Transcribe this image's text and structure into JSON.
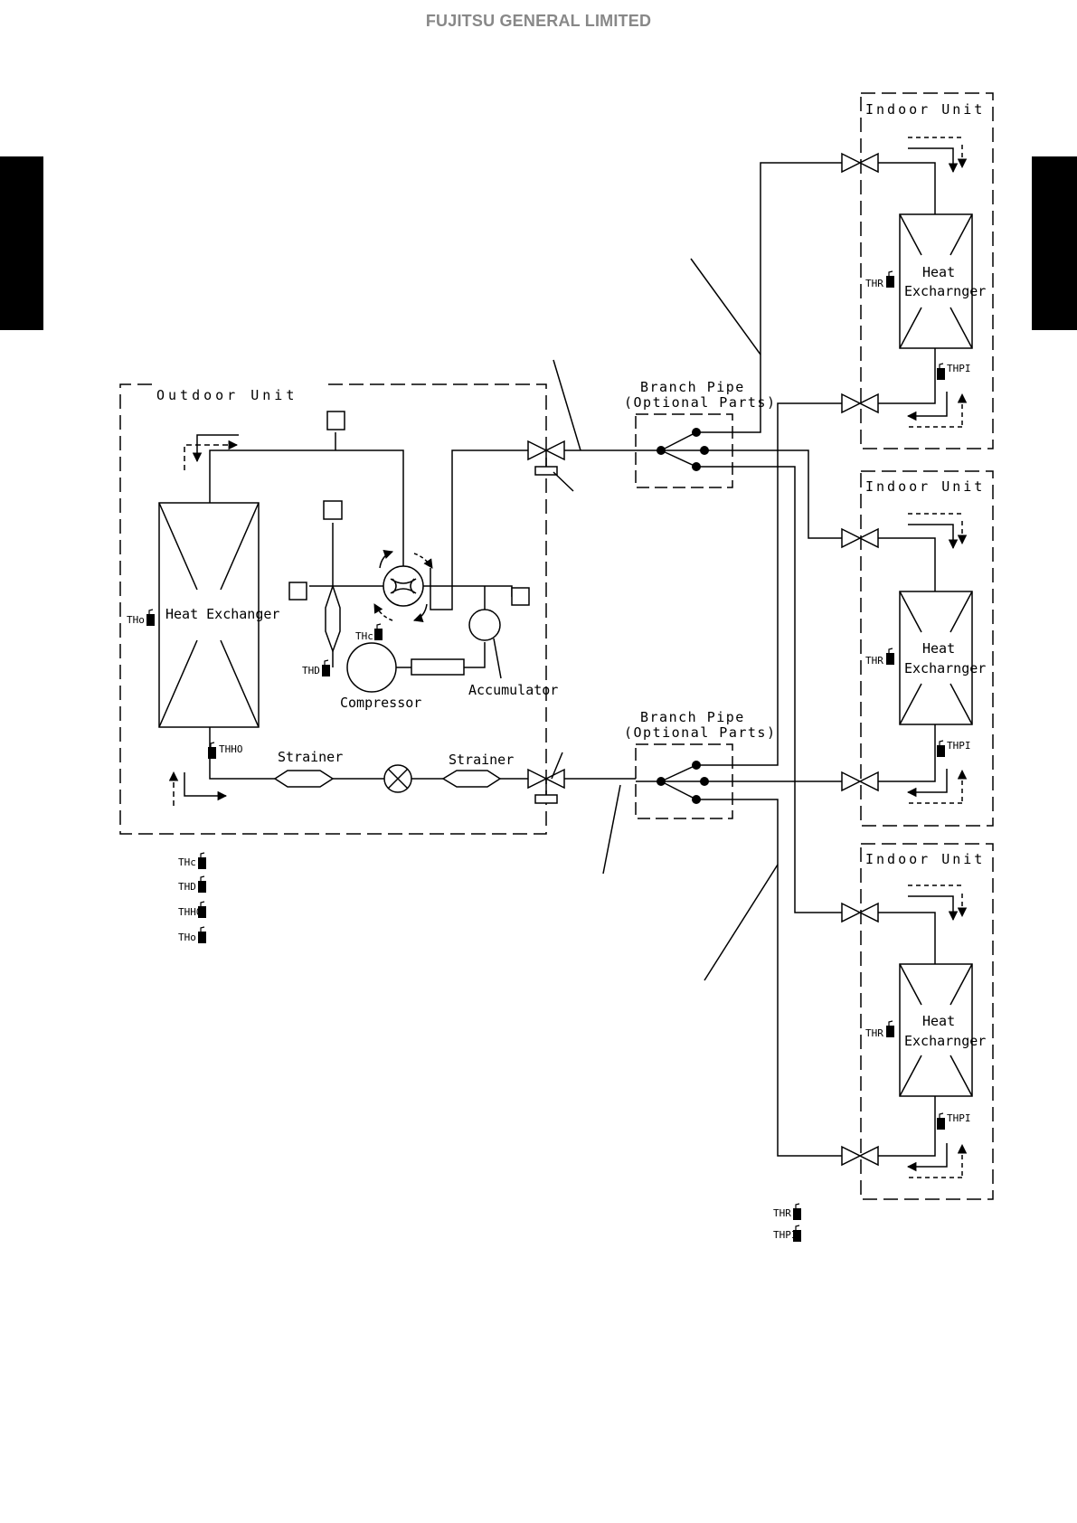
{
  "header": {
    "company": "FUJITSU GENERAL LIMITED"
  },
  "outdoor_unit": {
    "title": "Outdoor Unit",
    "heat_exchanger_label": "Heat Exchanger",
    "compressor_label": "Compressor",
    "accumulator_label": "Accumulator",
    "strainer_left_label": "Strainer",
    "strainer_right_label": "Strainer",
    "sensor_tho": "THo",
    "sensor_thc": "THc",
    "sensor_thd": "THD",
    "sensor_thho": "THHO"
  },
  "branch_pipes": [
    {
      "title": "Branch Pipe",
      "subtitle": "(Optional Parts)"
    },
    {
      "title": "Branch Pipe",
      "subtitle": "(Optional Parts)"
    }
  ],
  "indoor_units": [
    {
      "title": "Indoor Unit",
      "hx_line1": "Heat",
      "hx_line2": "Excharnger",
      "sensor_thr": "THR",
      "sensor_thpi": "THPI"
    },
    {
      "title": "Indoor Unit",
      "hx_line1": "Heat",
      "hx_line2": "Excharnger",
      "sensor_thr": "THR",
      "sensor_thpi": "THPI"
    },
    {
      "title": "Indoor Unit",
      "hx_line1": "Heat",
      "hx_line2": "Excharnger",
      "sensor_thr": "THR",
      "sensor_thpi": "THPI"
    }
  ],
  "outdoor_legend": [
    "THc",
    "THD",
    "THHO",
    "THo"
  ],
  "indoor_legend": [
    "THR",
    "THPI"
  ]
}
